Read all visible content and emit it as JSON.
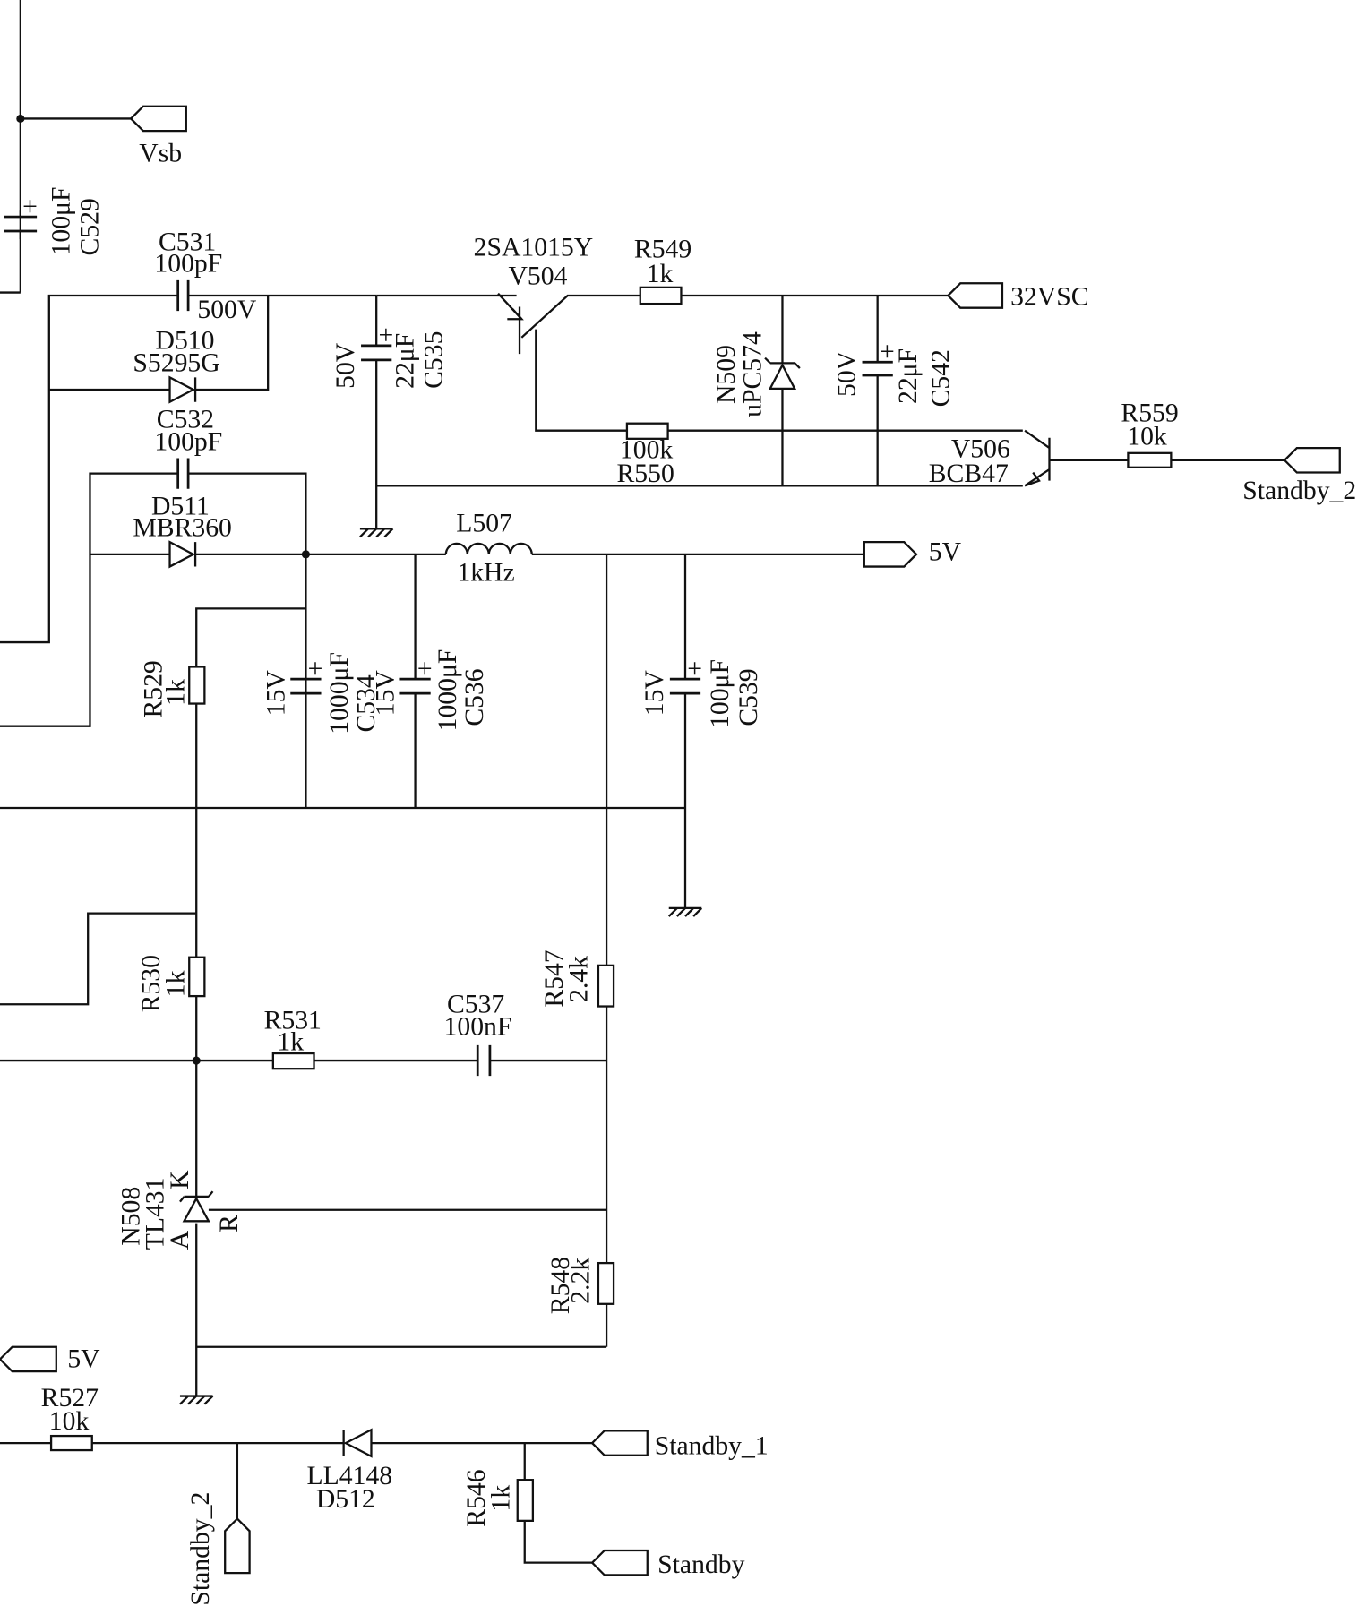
{
  "ports": {
    "vsb": "Vsb",
    "v32vsc": "32VSC",
    "standby2_right": "Standby_2",
    "v5_main": "5V",
    "v5_lower": "5V",
    "standby1": "Standby_1",
    "standby": "Standby",
    "standby2_bottom": "Standby_2"
  },
  "components": {
    "c529": {
      "ref": "C529",
      "value": "100μF"
    },
    "c531": {
      "ref": "C531",
      "value": "100pF",
      "rating": "500V"
    },
    "d510": {
      "ref": "D510",
      "part": "S5295G"
    },
    "c532": {
      "ref": "C532",
      "value": "100pF"
    },
    "d511": {
      "ref": "D511",
      "part": "MBR360"
    },
    "c535": {
      "ref": "C535",
      "value": "22μF",
      "rating": "50V"
    },
    "v504": {
      "ref": "V504",
      "part": "2SA1015Y"
    },
    "r549": {
      "ref": "R549",
      "value": "1k"
    },
    "n509": {
      "ref": "N509",
      "part": "uPC574"
    },
    "c542": {
      "ref": "C542",
      "value": "22μF",
      "rating": "50V"
    },
    "r550": {
      "ref": "R550",
      "value": "100k"
    },
    "v506": {
      "ref": "V506",
      "part": "BCB47"
    },
    "r559": {
      "ref": "R559",
      "value": "10k"
    },
    "l507": {
      "ref": "L507",
      "value": "1kHz"
    },
    "r529": {
      "ref": "R529",
      "value": "1k"
    },
    "c534": {
      "ref": "C534",
      "value": "1000μF",
      "rating": "15V"
    },
    "c536": {
      "ref": "C536",
      "value": "1000μF",
      "rating": "15V"
    },
    "c539": {
      "ref": "C539",
      "value": "100μF",
      "rating": "15V"
    },
    "r530": {
      "ref": "R530",
      "value": "1k"
    },
    "r531": {
      "ref": "R531",
      "value": "1k"
    },
    "c537": {
      "ref": "C537",
      "value": "100nF"
    },
    "r547": {
      "ref": "R547",
      "value": "2.4k"
    },
    "n508": {
      "ref": "N508",
      "part": "TL431",
      "pin_k": "K",
      "pin_a": "A",
      "pin_r": "R"
    },
    "r548": {
      "ref": "R548",
      "value": "2.2k"
    },
    "r527": {
      "ref": "R527",
      "value": "10k"
    },
    "d512": {
      "ref": "D512",
      "part": "LL4148"
    },
    "r546": {
      "ref": "R546",
      "value": "1k"
    }
  },
  "plus_sign": "+",
  "colors": {
    "ink": "#111111",
    "background": "#ffffff"
  }
}
